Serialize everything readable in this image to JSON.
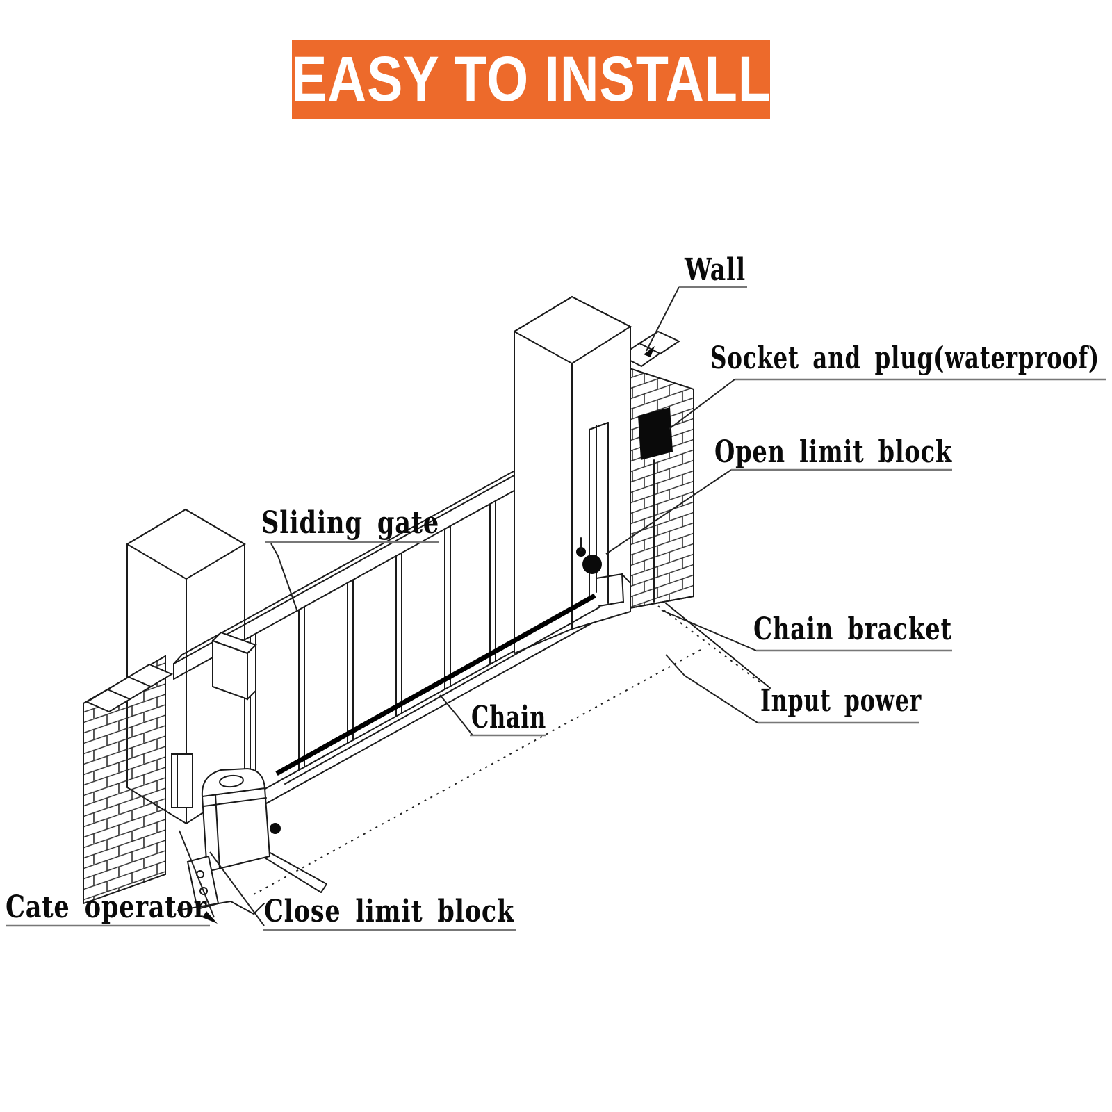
{
  "banner": {
    "text": "EASY TO INSTALL",
    "bg_color": "#ED6A2B",
    "text_color": "#FFFFFF"
  },
  "diagram": {
    "line_color": "#1a1a1a",
    "labels": [
      {
        "id": "wall",
        "text": "Wall"
      },
      {
        "id": "socket-plug",
        "text": "Socket and plug(waterproof)"
      },
      {
        "id": "open-limit",
        "text": "Open limit block"
      },
      {
        "id": "sliding-gate",
        "text": "Sliding gate"
      },
      {
        "id": "chain-bracket",
        "text": "Chain bracket"
      },
      {
        "id": "input-power",
        "text": "Input power"
      },
      {
        "id": "chain",
        "text": "Chain"
      },
      {
        "id": "gate-operator",
        "text": "Cate operator"
      },
      {
        "id": "close-limit",
        "text": "Close limit block"
      }
    ]
  }
}
